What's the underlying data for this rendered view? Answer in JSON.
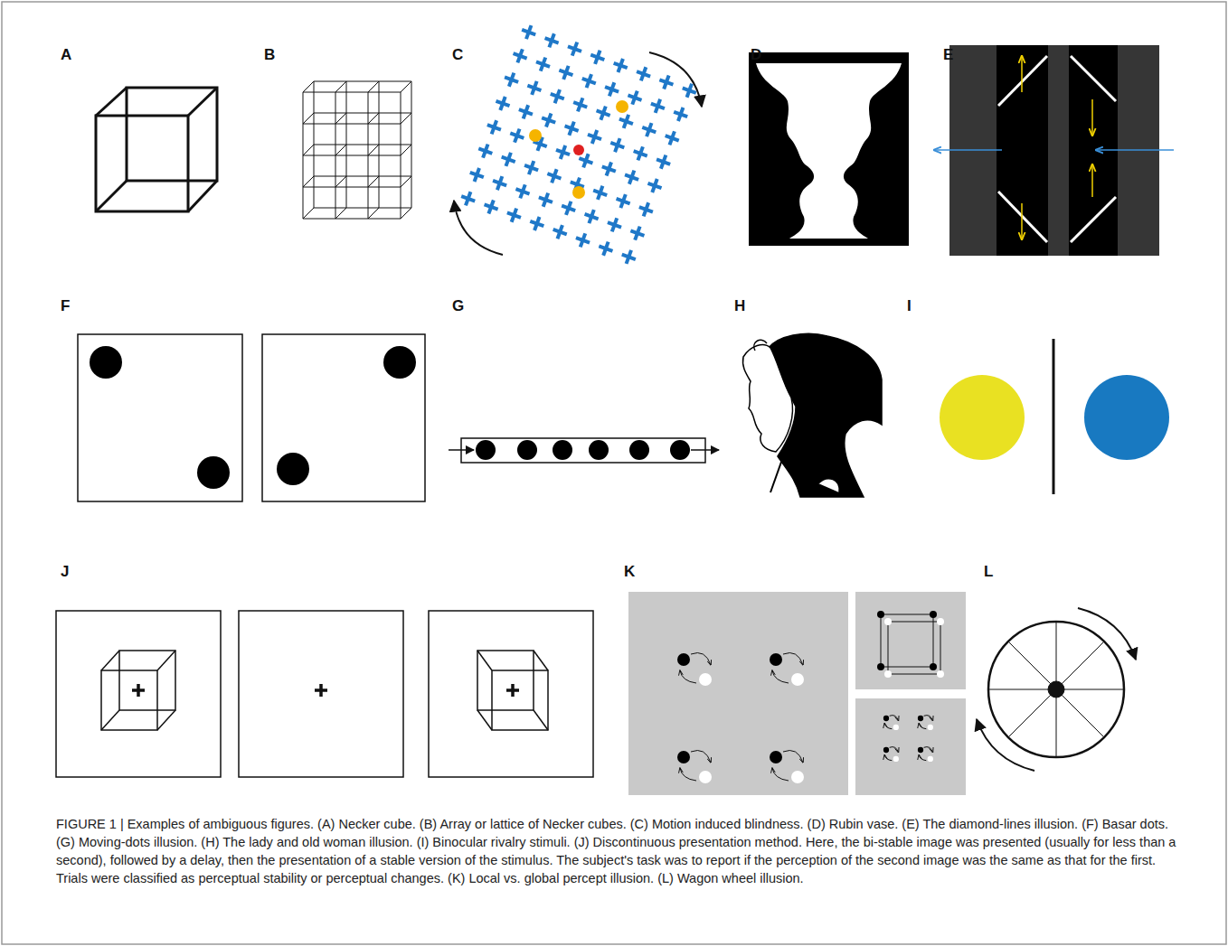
{
  "diagram": {
    "caption": "FIGURE 1 | Examples of ambiguous figures. (A) Necker cube. (B) Array or lattice of Necker cubes. (C) Motion induced blindness. (D) Rubin vase. (E) The diamond-lines illusion. (F) Basar dots. (G) Moving-dots illusion. (H) The lady and old woman illusion. (I) Binocular rivalry stimuli. (J) Discontinuous presentation method. Here, the bi-stable image was presented (usually for less than a second), followed by a delay, then the presentation of a stable version of the stimulus. The subject's task was to report if the perception of the second image was the same as that for the first. Trials were classified as perceptual stability or perceptual changes. (K) Local vs. global percept illusion. (L) Wagon wheel illusion.",
    "labels": [
      "A",
      "B",
      "C",
      "D",
      "E",
      "F",
      "G",
      "H",
      "I",
      "J",
      "K",
      "L"
    ]
  }
}
